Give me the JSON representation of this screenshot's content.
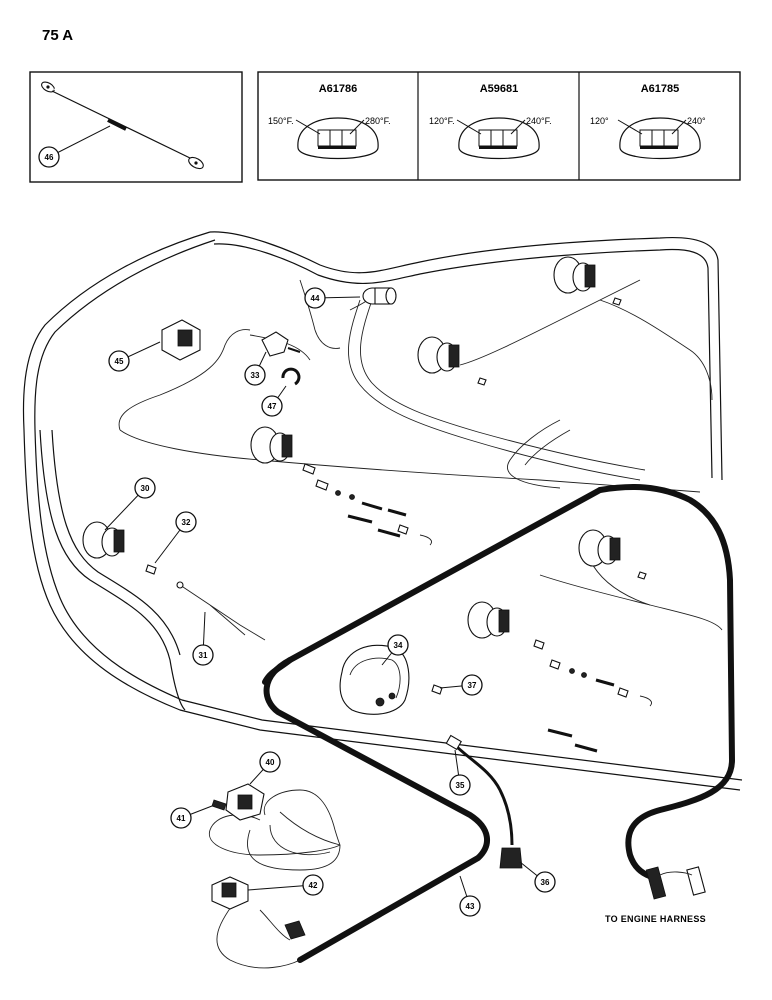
{
  "page": {
    "label": "75 A"
  },
  "gauge_table": {
    "columns": [
      {
        "code": "A61786",
        "low": "150°F.",
        "high": "280°F."
      },
      {
        "code": "A59681",
        "low": "120°F.",
        "high": "240°F."
      },
      {
        "code": "A61785",
        "low": "120°",
        "high": "240°"
      }
    ]
  },
  "callouts": [
    {
      "id": "c30",
      "num": "30"
    },
    {
      "id": "c31",
      "num": "31"
    },
    {
      "id": "c32",
      "num": "32"
    },
    {
      "id": "c33",
      "num": "33"
    },
    {
      "id": "c34",
      "num": "34"
    },
    {
      "id": "c35",
      "num": "35"
    },
    {
      "id": "c36",
      "num": "36"
    },
    {
      "id": "c37",
      "num": "37"
    },
    {
      "id": "c40",
      "num": "40"
    },
    {
      "id": "c41",
      "num": "41"
    },
    {
      "id": "c42",
      "num": "42"
    },
    {
      "id": "c43",
      "num": "43"
    },
    {
      "id": "c44",
      "num": "44"
    },
    {
      "id": "c45",
      "num": "45"
    },
    {
      "id": "c46",
      "num": "46"
    },
    {
      "id": "c47",
      "num": "47"
    }
  ],
  "footer_label": "TO ENGINE HARNESS"
}
